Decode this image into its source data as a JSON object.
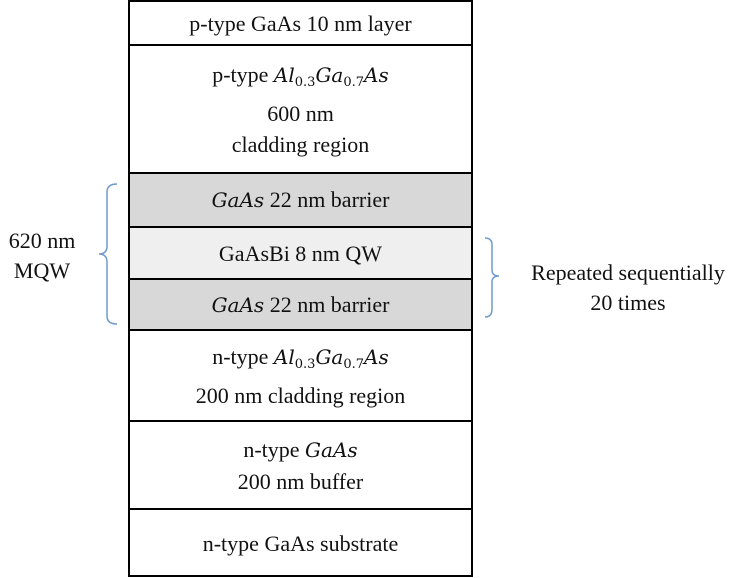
{
  "layers": [
    {
      "id": "cap",
      "text": "p-type GaAs 10 nm layer"
    },
    {
      "id": "p-clad",
      "prefix": "p-type",
      "formula": [
        {
          "t": "Al"
        },
        {
          "s": "0.3"
        },
        {
          "t": "Ga"
        },
        {
          "s": "0.7"
        },
        {
          "t": "As"
        }
      ],
      "lines": [
        "600 nm",
        "cladding region"
      ]
    },
    {
      "id": "barrier-top",
      "formula_text": "GaAs",
      "rest": " 22 nm barrier"
    },
    {
      "id": "qw",
      "text": "GaAsBi 8 nm QW"
    },
    {
      "id": "barrier-bottom",
      "formula_text": "GaAs",
      "rest": " 22 nm barrier"
    },
    {
      "id": "n-clad",
      "prefix": "n-type",
      "formula": [
        {
          "t": "Al"
        },
        {
          "s": "0.3"
        },
        {
          "t": "Ga"
        },
        {
          "s": "0.7"
        },
        {
          "t": "As"
        }
      ],
      "lines": [
        "200 nm cladding region"
      ]
    },
    {
      "id": "buffer",
      "prefix": "n-type",
      "formula_text": "GaAs",
      "lines": [
        "200 nm buffer"
      ]
    },
    {
      "id": "substrate",
      "text": "n-type GaAs substrate"
    }
  ],
  "mqw_label": [
    "620 nm",
    "MQW"
  ],
  "repeat_label": [
    "Repeated sequentially",
    "20 times"
  ],
  "colors": {
    "border": "#000000",
    "barrier_fill": "#d8d8d8",
    "qw_fill": "#efefef",
    "brace": "#6e9bc9"
  }
}
